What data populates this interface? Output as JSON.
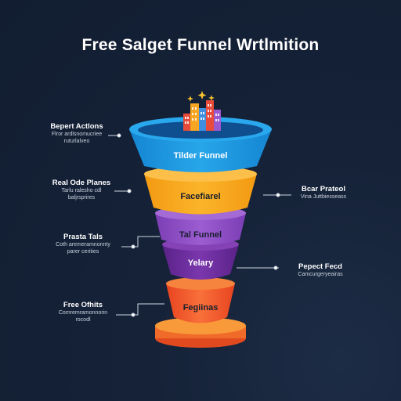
{
  "title": "Free Salget Funnel Wrtlmition",
  "colors": {
    "background": "#152238",
    "stage1": "#1e9be0",
    "stage2": "#f7a51d",
    "stage3": "#8e4fc4",
    "stage4": "#6a2e9c",
    "stage5": "#f0562a"
  },
  "stages": [
    {
      "label": "Tilder Funnel"
    },
    {
      "label": "Facefiarel"
    },
    {
      "label": "Tal Funnel"
    },
    {
      "label": "Yelary"
    },
    {
      "label": "Fegiinas"
    }
  ],
  "annotations_left": [
    {
      "heading": "Bepert Actlons",
      "lines": [
        "Flror ardlsnomucriee",
        "ruturlalveo"
      ]
    },
    {
      "heading": "Real Ode Planes",
      "lines": [
        "Tarlu ralesho cdl",
        "baljrsprires"
      ]
    },
    {
      "heading": "Prasta Tals",
      "lines": [
        "Coth aremeramnonnty",
        "parer cerities"
      ]
    },
    {
      "heading": "Free Ofhits",
      "lines": [
        "Comremramonnorin",
        "rocodl"
      ]
    }
  ],
  "annotations_right": [
    {
      "heading": "Bcar Prateol",
      "lines": [
        "Vina Juttbiesseass"
      ]
    },
    {
      "heading": "Pepect Fecd",
      "lines": [
        "Camcurgeryeairas"
      ]
    }
  ]
}
